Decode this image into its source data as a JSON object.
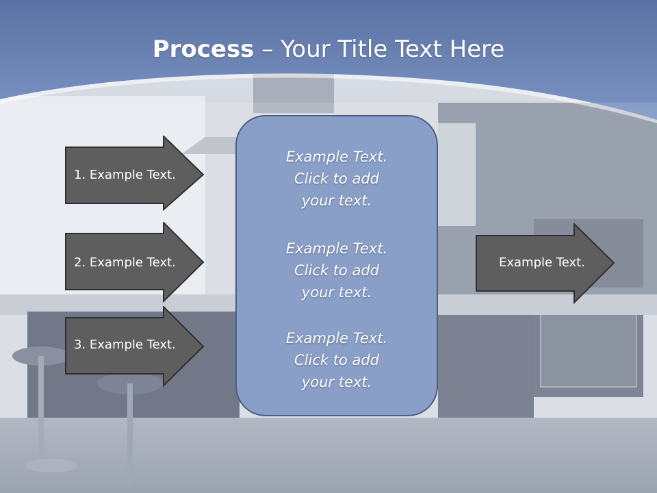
{
  "slide": {
    "title_bold": "Process",
    "title_rest": " – Your Title Text Here"
  },
  "left_arrows": [
    {
      "label": "1. Example Text."
    },
    {
      "label": "2. Example Text."
    },
    {
      "label": "3. Example Text."
    }
  ],
  "center_panel": {
    "blocks": [
      {
        "line1": "Example Text.",
        "line2": "Click  to add",
        "line3": "your text."
      },
      {
        "line1": "Example Text.",
        "line2": "Click  to add",
        "line3": "your text."
      },
      {
        "line1": "Example Text.",
        "line2": "Click  to add",
        "line3": "your text."
      }
    ]
  },
  "right_arrow": {
    "label": "Example Text."
  },
  "colors": {
    "header_blue": "#6f8bbd",
    "arrow_fill": "#5e5e5e",
    "panel_fill": "#8a9fc8"
  }
}
